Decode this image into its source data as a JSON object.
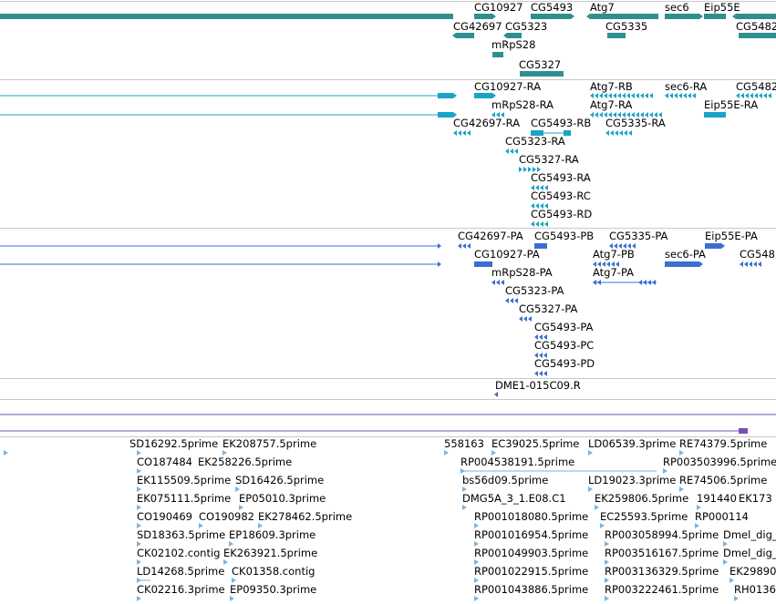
{
  "colors": {
    "gene": "#2f8f8f",
    "transcript": "#1ba3c6",
    "translation": "#3a6fd1",
    "probe": "#7a4fb3",
    "est": "#7ab3dd",
    "separator": "#c8c8c8"
  },
  "tracks": {
    "genes": {
      "labels": [
        "CG10927",
        "CG5493",
        "Atg7",
        "sec6",
        "Eip55E",
        "CG42697",
        "CG5323",
        "CG5335",
        "CG5482",
        "mRpS28",
        "CG5327"
      ]
    },
    "transcripts": {
      "labels": [
        "CG10927-RA",
        "Atg7-RB",
        "sec6-RA",
        "CG5482",
        "mRpS28-RA",
        "Atg7-RA",
        "Eip55E-RA",
        "CG42697-RA",
        "CG5493-RB",
        "CG5335-RA",
        "CG5323-RA",
        "CG5327-RA",
        "CG5493-RA",
        "CG5493-RC",
        "CG5493-RD"
      ]
    },
    "translations": {
      "labels": [
        "CG42697-PA",
        "CG5493-PB",
        "CG5335-PA",
        "Eip55E-PA",
        "CG10927-PA",
        "Atg7-PB",
        "sec6-PA",
        "CG548",
        "mRpS28-PA",
        "Atg7-PA",
        "CG5323-PA",
        "CG5327-PA",
        "CG5493-PA",
        "CG5493-PC",
        "CG5493-PD"
      ]
    },
    "probes": {
      "labels": [
        "DME1-015C09.R"
      ]
    },
    "ests": {
      "labels": [
        "SD16292.5prime",
        "EK208757.5prime",
        "558163",
        "EC39025.5prime",
        "LD06539.3prime",
        "RE74379.5prime",
        "CO187484",
        "EK258226.5prime",
        "RP004538191.5prime",
        "RP003503996.5prime",
        "EK115509.5prime",
        "SD16426.5prime",
        "bs56d09.5prime",
        "LD19023.3prime",
        "RE74506.5prime",
        "EK075111.5prime",
        "EP05010.3prime",
        "DMG5A_3_1.E08.C1",
        "EK259806.5prime",
        "191440",
        "EK173",
        "CO190469",
        "CO190982",
        "EK278462.5prime",
        "RP001018080.5prime",
        "EC25593.5prime",
        "RP000114",
        "SD18363.5prime",
        "EP18609.3prime",
        "RP001016954.5prime",
        "RP003058994.5prime",
        "Dmel_dig_",
        "CK02102.contig",
        "EK263921.5prime",
        "RP001049903.5prime",
        "RP003516167.5prime",
        "Dmel_dig_",
        "LD14268.5prime",
        "CK01358.contig",
        "RP001022915.5prime",
        "RP003136329.5prime",
        "EK29890",
        "CK02216.3prime",
        "EP09350.3prime",
        "RP001043886.5prime",
        "RP003222461.5prime",
        "RH0136"
      ]
    }
  }
}
